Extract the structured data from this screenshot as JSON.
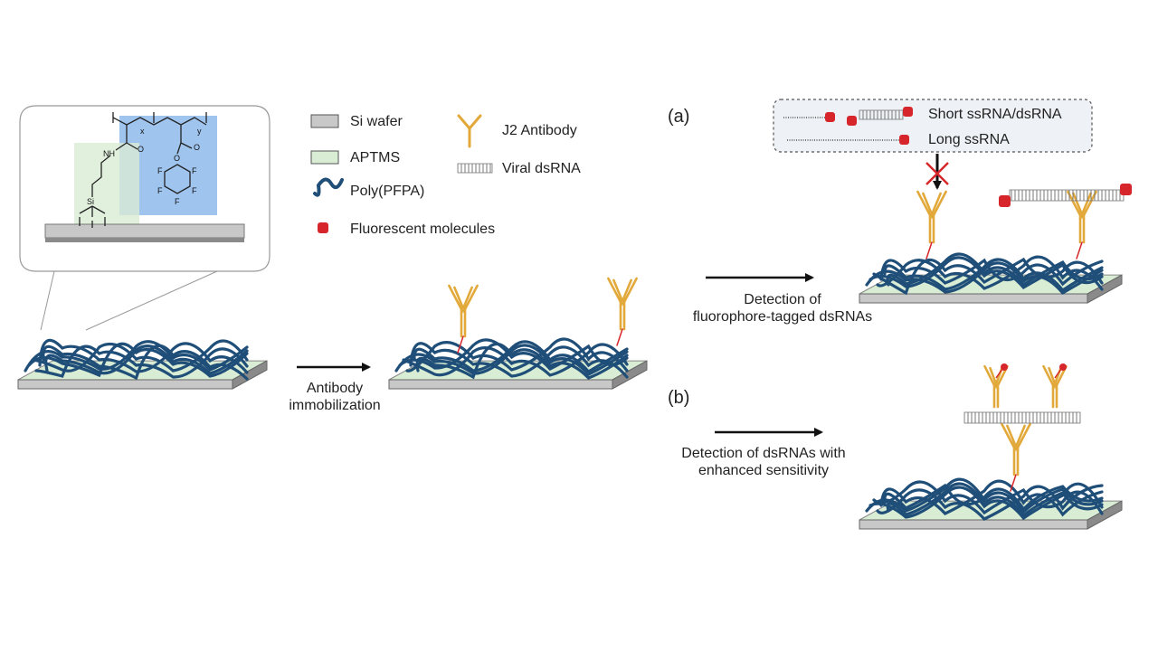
{
  "legend": {
    "si_wafer": "Si wafer",
    "aptms": "APTMS",
    "poly_pfpa": "Poly(PFPA)",
    "fluorescent": "Fluorescent molecules",
    "j2_antibody": "J2 Antibody",
    "viral_dsrna": "Viral dsRNA"
  },
  "steps": {
    "antibody_immobilization": [
      "Antibody",
      "immobilization"
    ],
    "detection_tagged": [
      "Detection of",
      "fluorophore-tagged dsRNAs"
    ],
    "detection_sensitivity": [
      "Detection of dsRNAs with",
      "enhanced sensitivity"
    ]
  },
  "panels": {
    "a": "(a)",
    "b": "(b)"
  },
  "inset_box": {
    "short": "Short ssRNA/dsRNA",
    "long": "Long ssRNA"
  },
  "chemistry": {
    "x": "x",
    "y": "y",
    "nh": "NH",
    "o": "O",
    "si": "Si",
    "f": "F"
  },
  "colors": {
    "wafer_top": "#c8c8c8",
    "wafer_side": "#8a8a8a",
    "aptms": "#d9ecd4",
    "polymer": "#1f4e79",
    "antibody": "#e2a93a",
    "fluorophore": "#d7262b",
    "pfpa_region": "#7fb0e8"
  }
}
